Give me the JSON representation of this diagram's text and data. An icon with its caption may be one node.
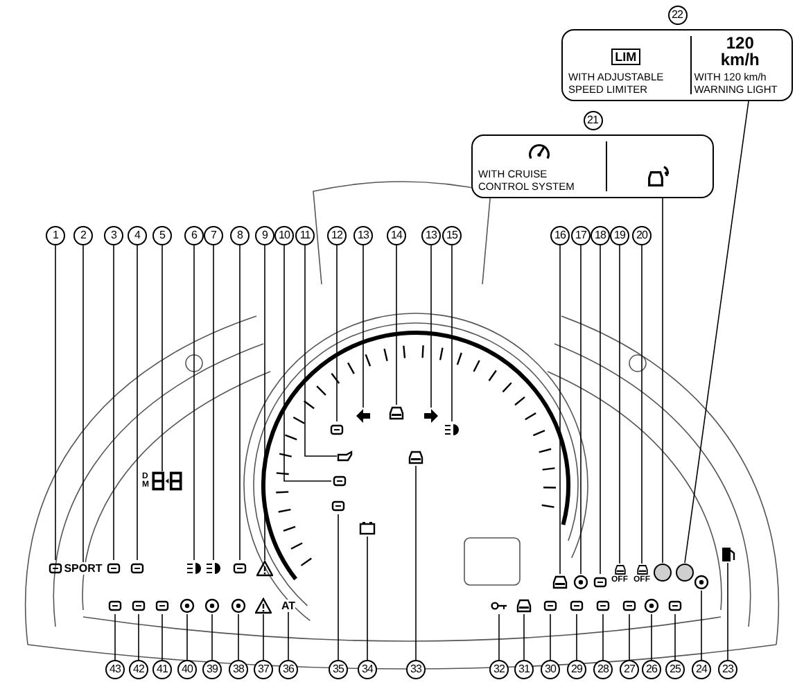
{
  "diagram": {
    "nodes": [
      {
        "text": [
          "22",
          "LIM",
          "WITH ADJUSTABLE SPEED LIMITER",
          "120 km/h",
          "WITH 120 km/h WARNING LIGHT"
        ]
      },
      {
        "text": [
          "21",
          "WITH CRUISE CONTROL SYSTEM"
        ]
      },
      {
        "text": [
          "1"
        ]
      },
      {
        "text": [
          "2"
        ]
      },
      {
        "text": [
          "3"
        ]
      },
      {
        "text": [
          "4"
        ]
      },
      {
        "text": [
          "5"
        ]
      },
      {
        "text": [
          "6"
        ]
      },
      {
        "text": [
          "7"
        ]
      },
      {
        "text": [
          "8"
        ]
      },
      {
        "text": [
          "9"
        ]
      },
      {
        "text": [
          "10"
        ]
      },
      {
        "text": [
          "11"
        ]
      },
      {
        "text": [
          "12"
        ]
      },
      {
        "text": [
          "13"
        ]
      },
      {
        "text": [
          "14"
        ]
      },
      {
        "text": [
          "13"
        ]
      },
      {
        "text": [
          "15"
        ]
      },
      {
        "text": [
          "16"
        ]
      },
      {
        "text": [
          "17"
        ]
      },
      {
        "text": [
          "18"
        ]
      },
      {
        "text": [
          "19"
        ]
      },
      {
        "text": [
          "20"
        ]
      },
      {
        "text": [],
        "shape": "symbol"
      },
      {
        "text": [
          "SPORT"
        ]
      },
      {
        "text": [],
        "shape": "symbol"
      },
      {
        "text": [],
        "shape": "symbol"
      },
      {
        "text": [
          "D M"
        ]
      },
      {
        "text": [],
        "shape": "symbol"
      },
      {
        "text": [],
        "shape": "symbol"
      },
      {
        "text": [],
        "shape": "symbol"
      },
      {
        "text": [],
        "shape": "symbol"
      },
      {
        "text": [],
        "shape": "symbol"
      },
      {
        "text": [],
        "shape": "symbol"
      },
      {
        "text": [],
        "shape": "symbol"
      },
      {
        "text": [],
        "shape": "symbol"
      },
      {
        "text": [],
        "shape": "symbol"
      },
      {
        "text": [],
        "shape": "symbol"
      },
      {
        "text": [],
        "shape": "symbol"
      },
      {
        "text": [],
        "shape": "symbol"
      },
      {
        "text": [],
        "shape": "symbol"
      },
      {
        "text": [],
        "shape": "symbol"
      },
      {
        "text": [
          "OFF"
        ]
      },
      {
        "text": [
          "OFF"
        ]
      },
      {
        "text": [],
        "shape": "circle"
      },
      {
        "text": [],
        "shape": "circle"
      },
      {
        "text": [],
        "shape": "symbol"
      },
      {
        "text": [],
        "shape": "symbol"
      },
      {
        "text": [],
        "shape": "symbol"
      },
      {
        "text": [],
        "shape": "symbol"
      },
      {
        "text": [],
        "shape": "symbol"
      },
      {
        "text": [],
        "shape": "symbol"
      },
      {
        "text": [],
        "shape": "symbol"
      },
      {
        "text": [
          "AT"
        ]
      },
      {
        "text": [],
        "shape": "symbol"
      },
      {
        "text": [],
        "shape": "symbol"
      },
      {
        "text": [],
        "shape": "symbol"
      },
      {
        "text": [],
        "shape": "symbol"
      },
      {
        "text": [],
        "shape": "symbol"
      },
      {
        "text": [],
        "shape": "symbol"
      },
      {
        "text": [],
        "shape": "symbol"
      },
      {
        "text": [],
        "shape": "symbol"
      },
      {
        "text": [],
        "shape": "symbol"
      },
      {
        "text": [],
        "shape": "symbol"
      },
      {
        "text": [],
        "shape": "symbol"
      },
      {
        "text": [],
        "shape": "symbol"
      },
      {
        "text": [],
        "shape": "symbol"
      },
      {
        "text": [
          "43"
        ]
      },
      {
        "text": [
          "42"
        ]
      },
      {
        "text": [
          "41"
        ]
      },
      {
        "text": [
          "40"
        ]
      },
      {
        "text": [
          "39"
        ]
      },
      {
        "text": [
          "38"
        ]
      },
      {
        "text": [
          "37"
        ]
      },
      {
        "text": [
          "36"
        ]
      },
      {
        "text": [
          "35"
        ]
      },
      {
        "text": [
          "34"
        ]
      },
      {
        "text": [
          "33"
        ]
      },
      {
        "text": [
          "32"
        ]
      },
      {
        "text": [
          "31"
        ]
      },
      {
        "text": [
          "30"
        ]
      },
      {
        "text": [
          "29"
        ]
      },
      {
        "text": [
          "28"
        ]
      },
      {
        "text": [
          "27"
        ]
      },
      {
        "text": [
          "26"
        ]
      },
      {
        "text": [
          "25"
        ]
      },
      {
        "text": [
          "24"
        ]
      },
      {
        "text": [
          "23"
        ]
      }
    ],
    "edges": [
      {
        "from": 2,
        "to": 23,
        "arrow": "none"
      },
      {
        "from": 3,
        "to": 24,
        "arrow": "none"
      },
      {
        "from": 4,
        "to": 25,
        "arrow": "none"
      },
      {
        "from": 5,
        "to": 26,
        "arrow": "none"
      },
      {
        "from": 6,
        "to": 27,
        "arrow": "none"
      },
      {
        "from": 7,
        "to": 28,
        "arrow": "none"
      },
      {
        "from": 8,
        "to": 29,
        "arrow": "none"
      },
      {
        "from": 9,
        "to": 30,
        "arrow": "none"
      },
      {
        "from": 10,
        "to": 31,
        "arrow": "none"
      },
      {
        "from": 11,
        "to": 32,
        "arrow": "none"
      },
      {
        "from": 12,
        "to": 33,
        "arrow": "none"
      },
      {
        "from": 13,
        "to": 34,
        "arrow": "none"
      },
      {
        "from": 14,
        "to": 35,
        "arrow": "none"
      },
      {
        "from": 15,
        "to": 36,
        "arrow": "none"
      },
      {
        "from": 16,
        "to": 37,
        "arrow": "none"
      },
      {
        "from": 17,
        "to": 38,
        "arrow": "none"
      },
      {
        "from": 18,
        "to": 39,
        "arrow": "none"
      },
      {
        "from": 19,
        "to": 40,
        "arrow": "none"
      },
      {
        "from": 20,
        "to": 41,
        "arrow": "none"
      },
      {
        "from": 21,
        "to": 42,
        "arrow": "none"
      },
      {
        "from": 22,
        "to": 43,
        "arrow": "none"
      },
      {
        "from": 0,
        "to": 45,
        "arrow": "none"
      },
      {
        "from": 1,
        "to": 44,
        "arrow": "none"
      },
      {
        "from": 67,
        "to": 46,
        "arrow": "none"
      },
      {
        "from": 68,
        "to": 47,
        "arrow": "none"
      },
      {
        "from": 69,
        "to": 48,
        "arrow": "none"
      },
      {
        "from": 70,
        "to": 49,
        "arrow": "none"
      },
      {
        "from": 71,
        "to": 50,
        "arrow": "none"
      },
      {
        "from": 72,
        "to": 51,
        "arrow": "none"
      },
      {
        "from": 73,
        "to": 52,
        "arrow": "none"
      },
      {
        "from": 74,
        "to": 53,
        "arrow": "none"
      },
      {
        "from": 75,
        "to": 54,
        "arrow": "none"
      },
      {
        "from": 76,
        "to": 55,
        "arrow": "none"
      },
      {
        "from": 77,
        "to": 56,
        "arrow": "none"
      },
      {
        "from": 78,
        "to": 57,
        "arrow": "none"
      },
      {
        "from": 79,
        "to": 58,
        "arrow": "none"
      },
      {
        "from": 80,
        "to": 59,
        "arrow": "none"
      },
      {
        "from": 81,
        "to": 60,
        "arrow": "none"
      },
      {
        "from": 82,
        "to": 61,
        "arrow": "none"
      },
      {
        "from": 83,
        "to": 62,
        "arrow": "none"
      },
      {
        "from": 84,
        "to": 63,
        "arrow": "none"
      },
      {
        "from": 85,
        "to": 64,
        "arrow": "none"
      },
      {
        "from": 86,
        "to": 65,
        "arrow": "none"
      },
      {
        "from": 87,
        "to": 66,
        "arrow": "none"
      }
    ]
  }
}
